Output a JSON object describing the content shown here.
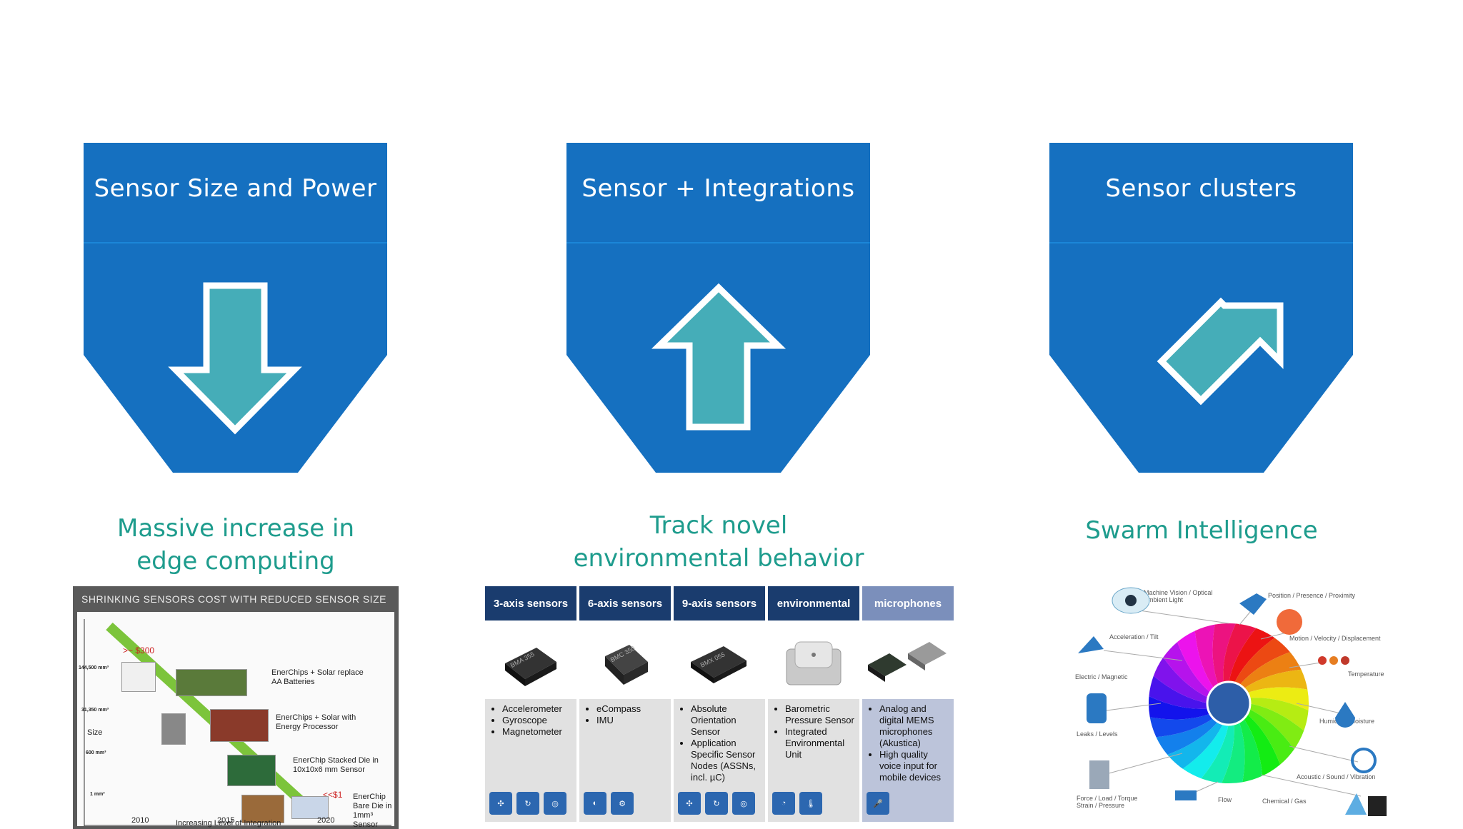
{
  "columns": [
    {
      "title": "Sensor Size and Power",
      "arrow": "arrow-down",
      "subtitle": [
        "Massive increase in",
        "edge computing"
      ]
    },
    {
      "title": "Sensor + Integrations",
      "arrow": "arrow-up",
      "subtitle": [
        "Track novel",
        "environmental  behavior"
      ]
    },
    {
      "title": "Sensor clusters",
      "arrow": "arrow-up-right",
      "subtitle": [
        "Swarm Intelligence"
      ]
    }
  ],
  "colors": {
    "badge": "#1570c0",
    "badge_line": "#1c86d8",
    "arrow_fill": "#45adb8",
    "subtitle": "#1e9c8d"
  },
  "panel1": {
    "title": "SHRINKING SENSORS  COST WITH REDUCED SENSOR SIZE",
    "price_high": ">~ $300",
    "price_low": "<<$1",
    "y_axis_label": "Size",
    "y_ticks": [
      "144,500 mm³",
      "31,350 mm³",
      "600 mm³",
      "1 mm³"
    ],
    "x_ticks": [
      "2010",
      "2015",
      "2020"
    ],
    "x_axis_label": "Increasing Level of Integration",
    "items": [
      "EnerChips + Solar replace AA Batteries",
      "EnerChips + Solar with Energy Processor",
      "EnerChip Stacked Die in 10x10x6 mm Sensor",
      "EnerChip Bare Die in 1mm³ Sensor"
    ]
  },
  "panel2": {
    "columns": [
      {
        "header": "3-axis sensors",
        "chip_label": "BMA 355",
        "items": [
          "Accelerometer",
          "Gyroscope",
          "Magnetometer"
        ],
        "icons": [
          "accel-icon",
          "gyro-icon",
          "magnet-icon"
        ]
      },
      {
        "header": "6-axis sensors",
        "chip_label": "BMC 350",
        "items": [
          "eCompass",
          "IMU"
        ],
        "icons": [
          "compass-icon",
          "imu-icon"
        ]
      },
      {
        "header": "9-axis sensors",
        "chip_label": "BMX 055",
        "items": [
          "Absolute Orientation Sensor",
          "Application Specific Sensor Nodes (ASSNs, incl. µC)"
        ],
        "icons": [
          "accel-icon",
          "gyro-icon",
          "magnet-icon"
        ]
      },
      {
        "header": "environmental",
        "chip_label": "",
        "items": [
          "Barometric Pressure Sensor",
          "Integrated Environmental Unit"
        ],
        "icons": [
          "pressure-icon",
          "environment-icon"
        ]
      },
      {
        "header": "microphones",
        "chip_label": "",
        "items": [
          "Analog and digital MEMS microphones (Akustica)",
          "High quality voice input for mobile devices"
        ],
        "icons": [
          "mic-icon"
        ]
      }
    ]
  },
  "panel3": {
    "labels": [
      "Machine Vision / Optical Ambient Light",
      "Position / Presence / Proximity",
      "Acceleration / Tilt",
      "Motion / Velocity / Displacement",
      "Electric / Magnetic",
      "Temperature",
      "Leaks / Levels",
      "Humidity / Moisture",
      "Acoustic / Sound / Vibration",
      "Force / Load / Torque Strain / Pressure",
      "Flow",
      "Chemical / Gas"
    ]
  }
}
